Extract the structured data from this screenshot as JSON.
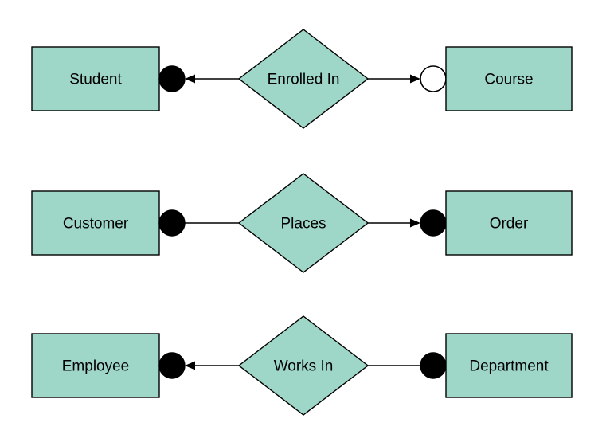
{
  "diagram": {
    "type": "entity-relationship",
    "colors": {
      "entity_fill": "#9ED6C8",
      "stroke": "#000000",
      "background": "#FFFFFF",
      "open_connector_fill": "#FFFFFF"
    },
    "rows": [
      {
        "left_entity": "Student",
        "relationship": "Enrolled In",
        "right_entity": "Course",
        "left_connector": "filled circle with arrow toward entity",
        "right_connector": "open circle with arrow toward entity"
      },
      {
        "left_entity": "Customer",
        "relationship": "Places",
        "right_entity": "Order",
        "left_connector": "filled circle with plain line",
        "right_connector": "filled circle with arrow toward entity"
      },
      {
        "left_entity": "Employee",
        "relationship": "Works In",
        "right_entity": "Department",
        "left_connector": "filled circle with arrow toward entity",
        "right_connector": "filled circle with plain line"
      }
    ]
  }
}
